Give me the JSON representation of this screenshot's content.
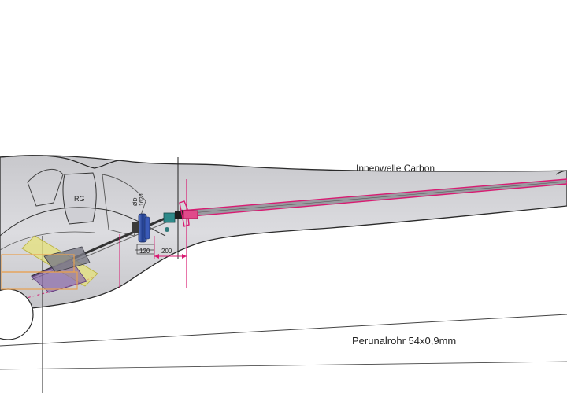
{
  "drawing": {
    "labels": {
      "inner_shaft": "Innenwelle Carbon",
      "outer_tube": "Perunalrohr 54x0,9mm",
      "component_rg": "RG",
      "dim_200": "200",
      "dim_120": "120",
      "bearing_label": "1620",
      "bearing_label_2": "ØD"
    },
    "colors": {
      "body_fill": "#d2d2d6",
      "outline": "#2a2a2a",
      "shaft_highlight": "#d81b72",
      "disc_blue": "#2a4a9a",
      "fitting_teal": "#2e8a8a",
      "yellow_part": "#e6e27a",
      "orange_box": "#e8a050",
      "purple_part": "#8a6aa8"
    }
  }
}
